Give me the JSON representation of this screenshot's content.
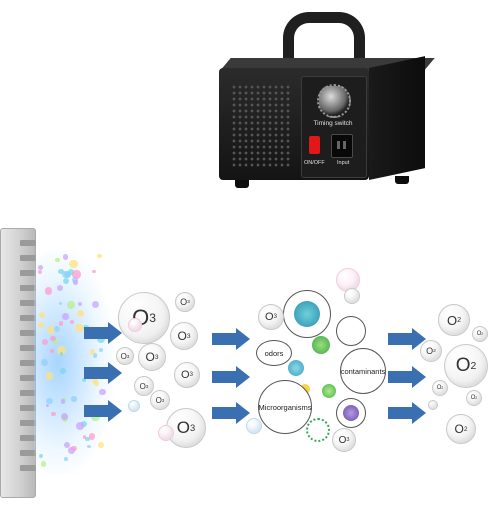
{
  "device": {
    "panel_label": "Timing switch",
    "switch_label": "ON/OFF",
    "input_label": "Input"
  },
  "stage1": {
    "bubbles": [
      "O",
      "O",
      "O",
      "O",
      "O",
      "O",
      "O",
      "O",
      "O"
    ],
    "superscript": "3"
  },
  "stage2": {
    "labels": {
      "odors": "odors",
      "contaminants": "contaminants",
      "microorganisms": "Microorganisms"
    },
    "o3_bubbles": [
      "O",
      "O"
    ],
    "superscript": "3"
  },
  "stage3": {
    "bubbles": [
      "O",
      "O",
      "O",
      "O",
      "O",
      "O",
      "O"
    ],
    "superscript": "2"
  },
  "colors": {
    "arrow": "#3a6fb1",
    "device": "#1a1a1a",
    "switch": "#e01818"
  }
}
